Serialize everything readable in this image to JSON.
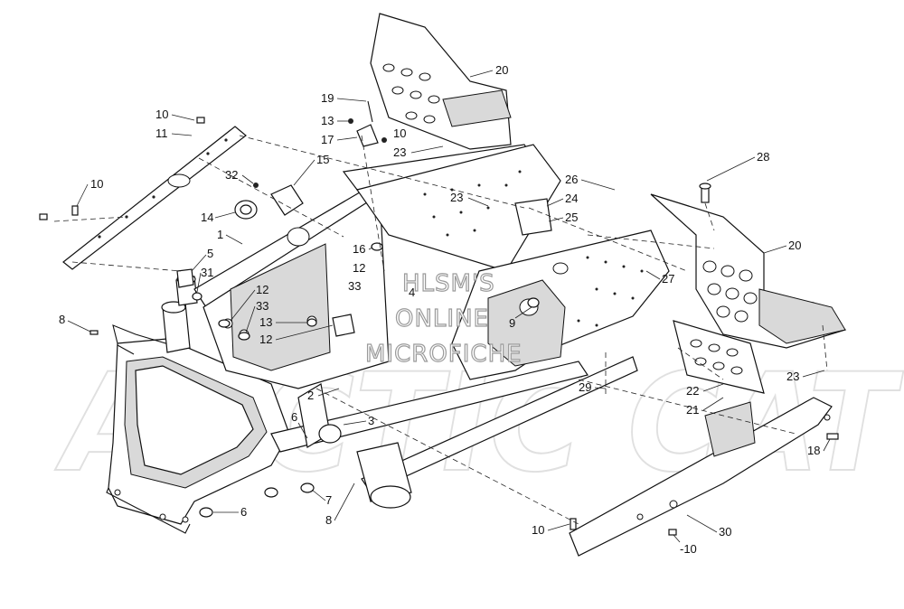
{
  "watermark": {
    "lines": [
      "HLSM'S",
      "ONLINE",
      "MICROFICHE"
    ],
    "background_brand": "ARCTIC CAT"
  },
  "callouts": [
    {
      "id": "c20a",
      "label": "20"
    },
    {
      "id": "c19",
      "label": "19"
    },
    {
      "id": "c13a",
      "label": "13"
    },
    {
      "id": "c17",
      "label": "17"
    },
    {
      "id": "c10a",
      "label": "10"
    },
    {
      "id": "c23a",
      "label": "23"
    },
    {
      "id": "c10b",
      "label": "10"
    },
    {
      "id": "c11",
      "label": "11"
    },
    {
      "id": "c15",
      "label": "15"
    },
    {
      "id": "c10c",
      "label": "10"
    },
    {
      "id": "c32",
      "label": "32"
    },
    {
      "id": "c14",
      "label": "14"
    },
    {
      "id": "c1",
      "label": "1"
    },
    {
      "id": "c5",
      "label": "5"
    },
    {
      "id": "c31",
      "label": "31"
    },
    {
      "id": "c16",
      "label": "16"
    },
    {
      "id": "c12a",
      "label": "12"
    },
    {
      "id": "c33a",
      "label": "33"
    },
    {
      "id": "c12b",
      "label": "12"
    },
    {
      "id": "c33b",
      "label": "33"
    },
    {
      "id": "c13b",
      "label": "13"
    },
    {
      "id": "c12c",
      "label": "12"
    },
    {
      "id": "c4",
      "label": "4"
    },
    {
      "id": "c9",
      "label": "9"
    },
    {
      "id": "c8a",
      "label": "8"
    },
    {
      "id": "c26",
      "label": "26"
    },
    {
      "id": "c24",
      "label": "24"
    },
    {
      "id": "c25",
      "label": "25"
    },
    {
      "id": "c23b",
      "label": "23"
    },
    {
      "id": "c27",
      "label": "27"
    },
    {
      "id": "c28",
      "label": "28"
    },
    {
      "id": "c20b",
      "label": "20"
    },
    {
      "id": "c23c",
      "label": "23"
    },
    {
      "id": "c22",
      "label": "22"
    },
    {
      "id": "c21",
      "label": "21"
    },
    {
      "id": "c29",
      "label": "29"
    },
    {
      "id": "c2",
      "label": "2"
    },
    {
      "id": "c3",
      "label": "3"
    },
    {
      "id": "c6a",
      "label": "6"
    },
    {
      "id": "c6b",
      "label": "6"
    },
    {
      "id": "c7",
      "label": "7"
    },
    {
      "id": "c8b",
      "label": "8"
    },
    {
      "id": "c18",
      "label": "18"
    },
    {
      "id": "c10d",
      "label": "10"
    },
    {
      "id": "c10e",
      "label": "-10"
    },
    {
      "id": "c30",
      "label": "30"
    }
  ]
}
